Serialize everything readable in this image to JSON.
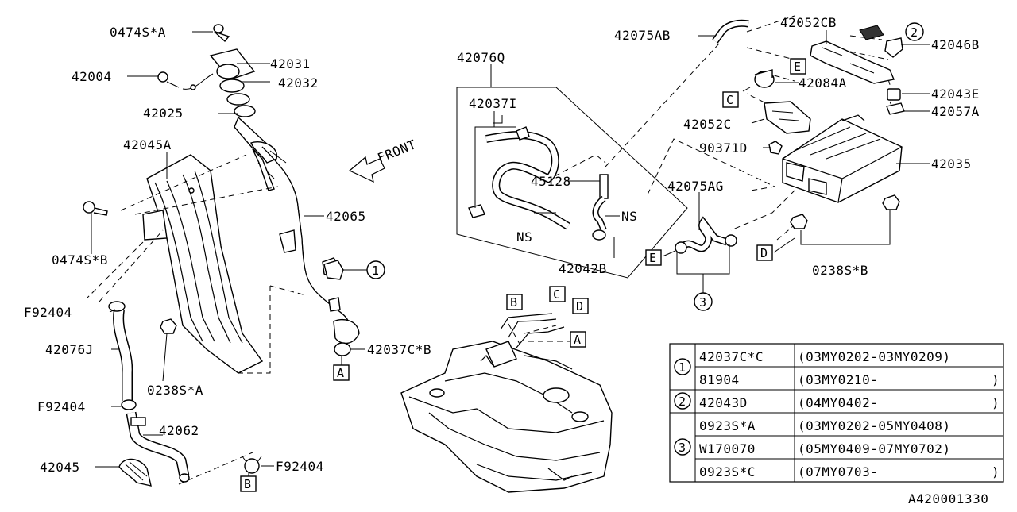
{
  "diagram": {
    "front_label": "FRONT",
    "figure_id": "A420001330",
    "labels": {
      "p0474s_a": "0474S*A",
      "p42031": "42031",
      "p42004": "42004",
      "p42032": "42032",
      "p42025": "42025",
      "p42045a": "42045A",
      "p0474s_b": "0474S*B",
      "p42065": "42065",
      "p42076q": "42076Q",
      "p42037i": "42037I",
      "p45128": "45128",
      "ns1": "NS",
      "ns2": "NS",
      "p42042b": "42042B",
      "p42075ab": "42075AB",
      "p42052cb": "42052CB",
      "p42046b": "42046B",
      "p42084a": "42084A",
      "p42043e": "42043E",
      "p42057a": "42057A",
      "p42052c": "42052C",
      "p90371d": "90371D",
      "p42035": "42035",
      "p42075ag": "42075AG",
      "p0238s_b": "0238S*B",
      "f92404_a": "F92404",
      "p42076j": "42076J",
      "p0238s_a": "0238S*A",
      "p42037c_b": "42037C*B",
      "f92404_b": "F92404",
      "p42062": "42062",
      "p42045": "42045",
      "f92404_c": "F92404"
    },
    "ref_boxes": {
      "a1": "A",
      "a2": "A",
      "b1": "B",
      "b2": "B",
      "c1": "C",
      "c2": "C",
      "d1": "D",
      "d2": "D",
      "e1": "E",
      "e2": "E"
    },
    "circled": {
      "one": "1",
      "two": "2",
      "three": "3"
    }
  },
  "legend_table": {
    "groups": [
      {
        "number": "1",
        "rows": [
          {
            "part": "42037C*C",
            "period": "(03MY0202-03MY0209)"
          },
          {
            "part": "81904",
            "period": "(03MY0210-",
            "end": ")"
          }
        ]
      },
      {
        "number": "2",
        "rows": [
          {
            "part": "42043D",
            "period": "(04MY0402-",
            "end": ")"
          }
        ]
      },
      {
        "number": "3",
        "rows": [
          {
            "part": "0923S*A",
            "period": "(03MY0202-05MY0408)"
          },
          {
            "part": "W170070",
            "period": "(05MY0409-07MY0702)"
          },
          {
            "part": "0923S*C",
            "period": "(07MY0703-",
            "end": ")"
          }
        ]
      }
    ]
  }
}
